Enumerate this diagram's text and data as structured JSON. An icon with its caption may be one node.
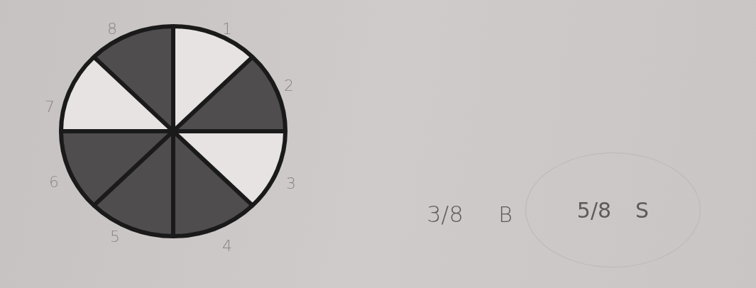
{
  "diagram": {
    "nodes": [
      {
        "text": [
          "5/8",
          "S"
        ]
      }
    ],
    "labels": [
      "8",
      "1",
      "2",
      "7",
      "6",
      "3",
      "5",
      "4",
      "3/8",
      "B"
    ]
  }
}
